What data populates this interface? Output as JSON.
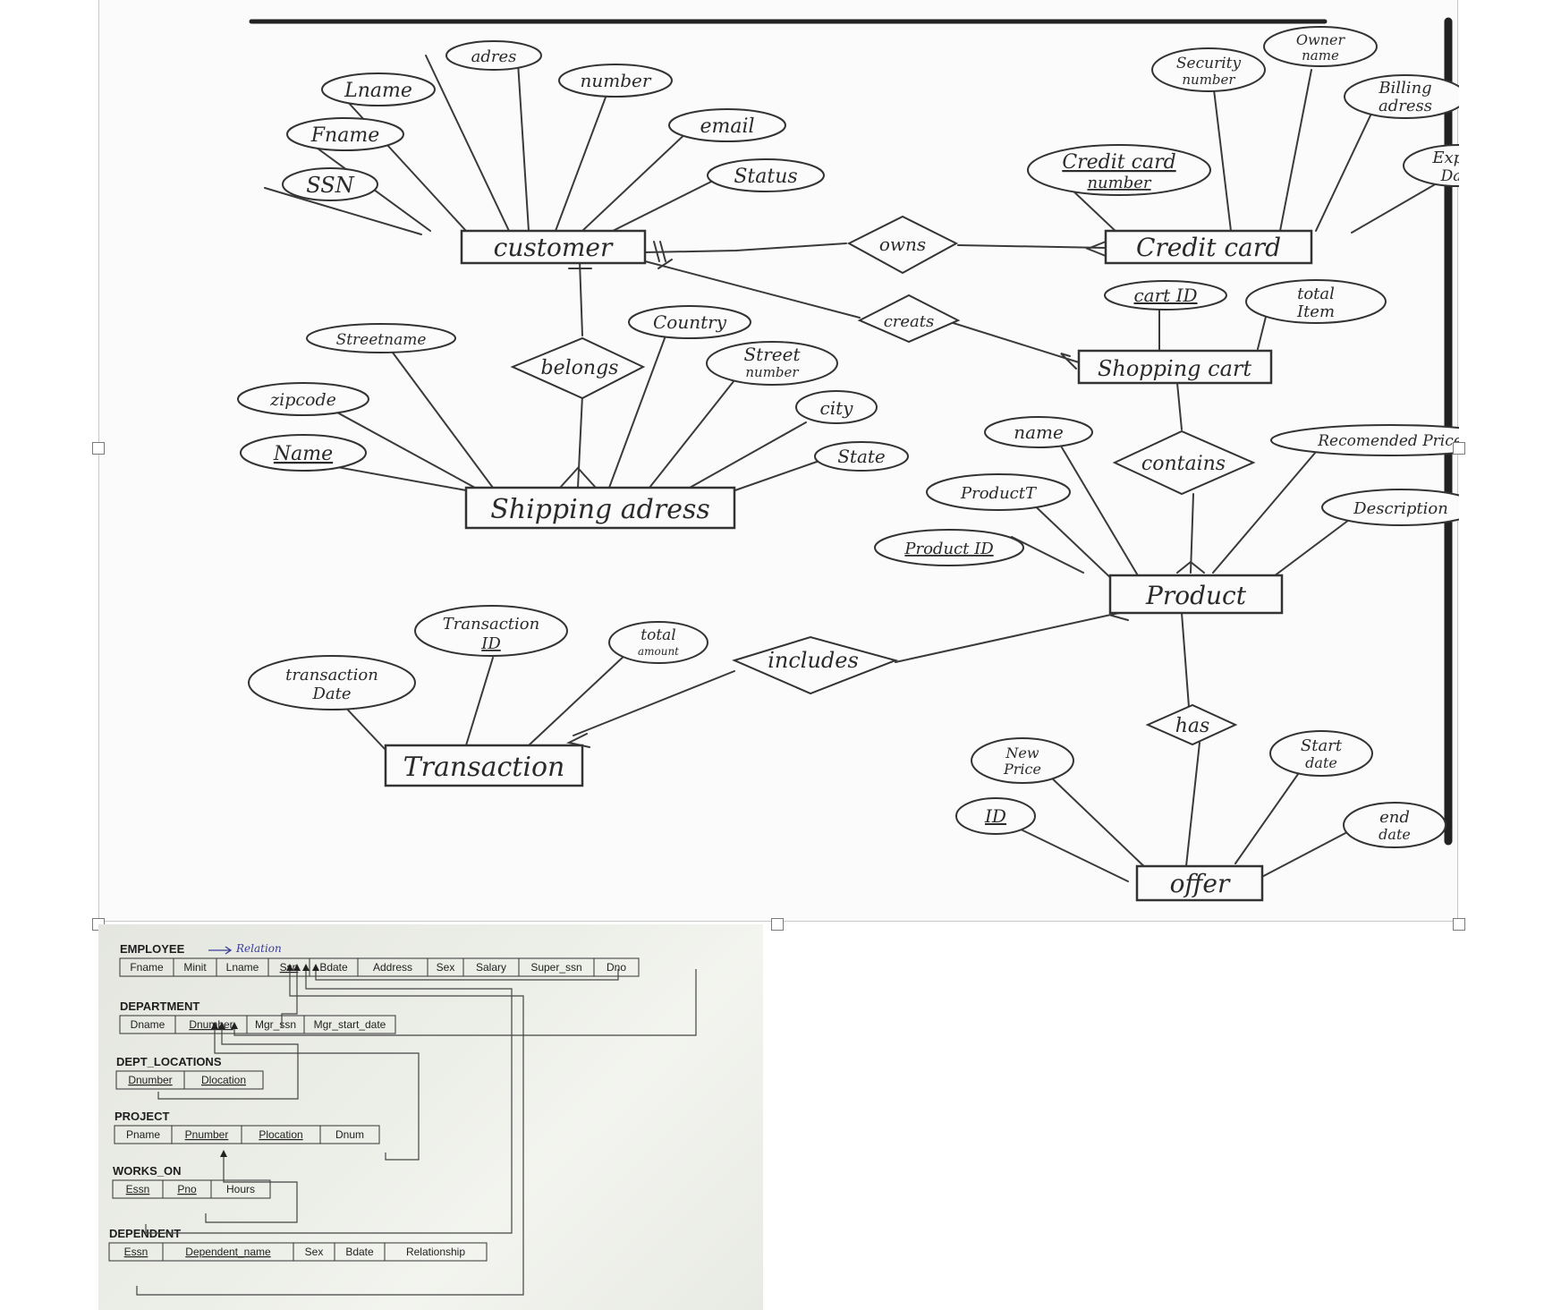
{
  "er_diagram": {
    "entities": {
      "customer": "customer",
      "credit_card": "Credit card",
      "shopping_cart": "Shopping cart",
      "shipping_address": "Shipping adress",
      "product": "Product",
      "transaction": "Transaction",
      "offer": "offer"
    },
    "relationships": {
      "owns": "owns",
      "creats": "creats",
      "belongs": "belongs",
      "contains": "contains",
      "includes": "includes",
      "has": "has"
    },
    "attributes": {
      "adres": "adres",
      "lname": "Lname",
      "number": "number",
      "fname": "Fname",
      "email": "email",
      "ssn": "SSN",
      "status": "Status",
      "owner_name_1": "Owner",
      "owner_name_2": "name",
      "security_number_1": "Security",
      "security_number_2": "number",
      "billing_address_1": "Billing",
      "billing_address_2": "adress",
      "credit_card_number_1": "Credit card",
      "credit_card_number_2": "number",
      "expiry_date_1": "Expiry",
      "expiry_date_2": "Date",
      "cart_id": "cart ID",
      "total_item_1": "total",
      "total_item_2": "Item",
      "streetname": "Streetname",
      "country": "Country",
      "street_number_1": "Street",
      "street_number_2": "number",
      "zipcode": "zipcode",
      "city": "city",
      "name_ship": "Name",
      "state": "State",
      "name_product": "name",
      "recommended_price": "Recomended Price",
      "product_t": "ProductT",
      "description": "Description",
      "product_id": "Product ID",
      "transaction_id_1": "Transaction",
      "transaction_id_2": "ID",
      "total_amount_1": "total",
      "total_amount_2": "amount",
      "transaction_date_1": "transaction",
      "transaction_date_2": "Date",
      "new_price_1": "New",
      "new_price_2": "Price",
      "start_date_1": "Start",
      "start_date_2": "date",
      "offer_id": "ID",
      "end_date_1": "end",
      "end_date_2": "date"
    }
  },
  "schema": {
    "annotation": "Relation",
    "tables": [
      {
        "name": "EMPLOYEE",
        "columns": [
          "Fname",
          "Minit",
          "Lname",
          "Ssn",
          "Bdate",
          "Address",
          "Sex",
          "Salary",
          "Super_ssn",
          "Dno"
        ]
      },
      {
        "name": "DEPARTMENT",
        "columns": [
          "Dname",
          "Dnumber",
          "Mgr_ssn",
          "Mgr_start_date"
        ]
      },
      {
        "name": "DEPT_LOCATIONS",
        "columns": [
          "Dnumber",
          "Dlocation"
        ]
      },
      {
        "name": "PROJECT",
        "columns": [
          "Pname",
          "Pnumber",
          "Plocation",
          "Dnum"
        ]
      },
      {
        "name": "WORKS_ON",
        "columns": [
          "Essn",
          "Pno",
          "Hours"
        ]
      },
      {
        "name": "DEPENDENT",
        "columns": [
          "Essn",
          "Dependent_name",
          "Sex",
          "Bdate",
          "Relationship"
        ]
      }
    ]
  }
}
